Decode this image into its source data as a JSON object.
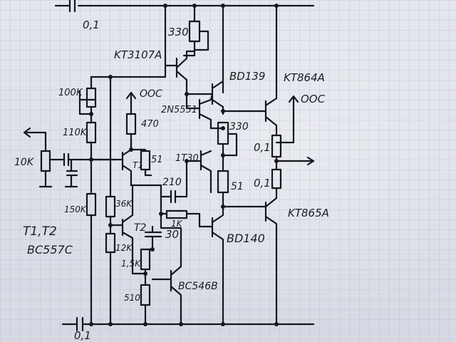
{
  "labels": {
    "c_top": "0,1",
    "r_trim_330": "330",
    "t_kt3107": "KT3107A",
    "t_bd139": "BD139",
    "t_kt864": "KT864A",
    "oos_out": "OOC",
    "r_100k": "100K",
    "oos_mid": "OOC",
    "t_2n5551": "2N5551",
    "r_470": "470",
    "r_330b": "330",
    "r_110k": "110K",
    "r_01a": "0,1",
    "r_10k": "10K",
    "r_51a": "51",
    "t_t1": "T1",
    "t_1t30": "1T30",
    "c_210": "210",
    "r_51b": "51",
    "r_01b": "0,1",
    "r_36k": "36K",
    "r_150k": "150K",
    "t_kt865": "KT865A",
    "r_1k": "1K",
    "t_t2": "T2",
    "c_30": "30",
    "t1t2": "T1,T2",
    "bc557": "BC557C",
    "r_12k": "12K",
    "t_bd140": "BD140",
    "r_15k": "1,5K",
    "t_bc546": "BC546B",
    "r_510": "510",
    "c_bottom": "0,1"
  }
}
